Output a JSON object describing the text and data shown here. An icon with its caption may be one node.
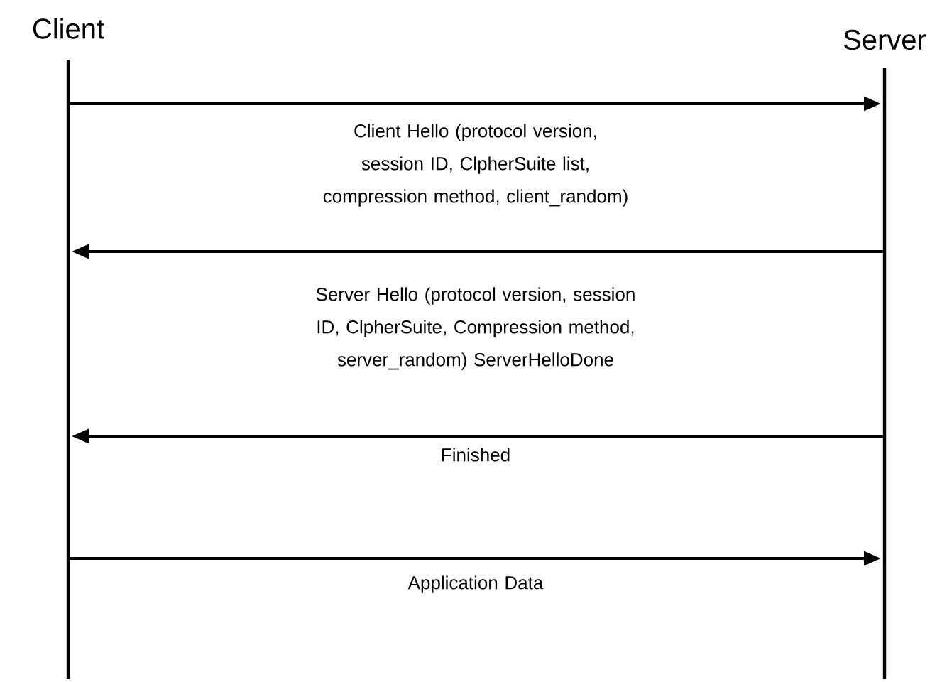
{
  "diagram": {
    "nodes": [
      {
        "text": [
          "Client"
        ]
      },
      {
        "text": [
          "Server"
        ]
      }
    ],
    "edges": [
      {
        "from": 0,
        "to": 1,
        "arrow": "to",
        "label": "Client Hello (protocol version, session ID, ClpherSuite list, compression method, client_random)"
      },
      {
        "from": 1,
        "to": 0,
        "arrow": "to",
        "label": "Server Hello (protocol version, session ID, ClpherSuite, Compression method, server_random) ServerHelloDone"
      },
      {
        "from": 1,
        "to": 0,
        "arrow": "to",
        "label": "Finished"
      },
      {
        "from": 0,
        "to": 1,
        "arrow": "to",
        "label": "Application Data"
      }
    ]
  }
}
